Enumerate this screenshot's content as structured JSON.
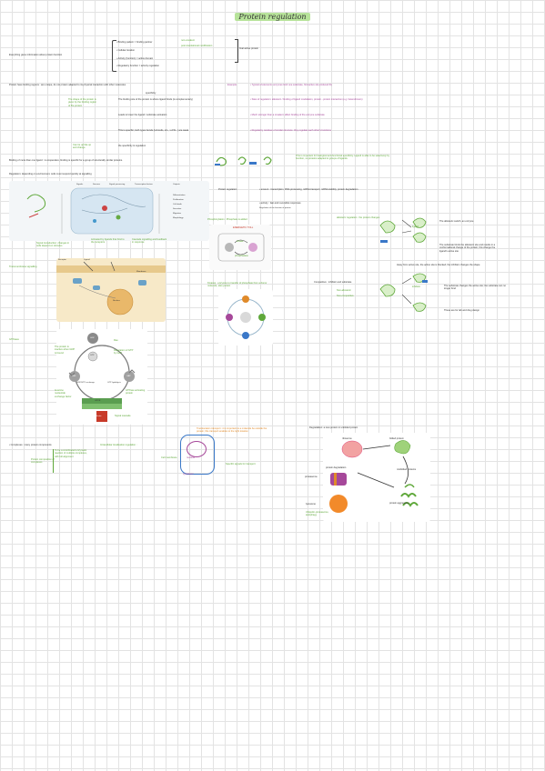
{
  "title": "Protein regulation",
  "colors": {
    "green": "#5fa83a",
    "purple": "#a6489a",
    "orange": "#e08a2a",
    "blue": "#3a78c8",
    "grid": "#e3e3e3"
  },
  "intro": {
    "lead": "Everything gives information about protein function",
    "items": [
      "• Binding pattern = binding partner",
      "• Cellular location",
      "• Activity (function) = active domain",
      "• Regulatory function = activity regulation"
    ],
    "branch_a": "non-covalent",
    "branch_b": "post-translational modification",
    "result": "final active protein"
  },
  "folding": {
    "lead": "Protein have binding regions : are unique, do not protein adapted to its physical interaction with other molecules",
    "specificity": "specificity",
    "note_left": "The shape of the protein is given by the binding region of the protein",
    "row1": "The binding site of the protein is where ligand binds (is complementary)",
    "row2": "Leads to lower the ligand / substrate activation",
    "row3": "This is specific, both types bonds (H-bonds, ion., v.d.W...) are weak",
    "row4_lead": "Can tie up like up and change",
    "row4": "the specificity & regulation",
    "example_label": "Example",
    "examples": [
      "• Typical of elements: enzymes bind one substrate, find active site (induced fit)",
      "• Sites of regulation: allosteric / binding of ligand modulation, protein - protein interaction (e.g. heterodimers)",
      "• Much stronger than a covalent; affect binding of the enzyme substrate",
      "• Regulatory residues of similar structure: they regulate each other's functions"
    ]
  },
  "binding": {
    "lead": "Binding of more than one ligand : is cooperative, binding is specific for a group of structurally similar proteins.",
    "note": "This is important for biological and functional specificity. Ligand is able to be selectively by function, so proteins adapted to groups of ligands."
  },
  "regulation": {
    "lead": "Regulation: depending on environment, cells must respond quickly at signalling",
    "diagram_labels": [
      "Signals",
      "Sensors",
      "Signal processing",
      "Transcription factors",
      "Outputs"
    ],
    "outputs": [
      "Differentiation",
      "Proliferation",
      "Cell death",
      "Secretion",
      "Migration",
      "Morphology"
    ],
    "caption_left": "Signal transduction: changes in cells depend on stimulus",
    "caption_mid": "Activated by ligands that bind to the receptors",
    "caption_right": "Cascade signalling and feedback in response"
  },
  "protein_regulation": {
    "lead": "Protein regulation",
    "levels": "• amount : transcription, RNA processing, mRNA transport, mRNA stability, protein degradation",
    "activity": "• activity : fast and reversible responses",
    "activity_sub": "Regulation of the function of protein",
    "phosphorylation": "Phosphorylation : Phosphate is added",
    "energetic": "ENERGETIC TOLL",
    "kinase": "kinase",
    "phosphatase": "phosphatase",
    "cycle_note": "Kinases : enzymes to transfer of phosphate from a donor molecule, also protein",
    "allosteric": "allosteric regulation : the protein changes",
    "nonallosteric": "Non-allosteric",
    "ligand": "ligand",
    "inhibitor": "inhibitor",
    "notes": [
      "The allosteric switch, an enzyme",
      "The substrate binds the allosteric site and results in a conformational change of the protein; this change the ligand's active site",
      "Away from active site, the active site is blocked; the inhibitor changes the shape",
      "The substrate changes the active site; the substrate can no longer bind",
      "These are for lab and drug design"
    ],
    "competitive": "Competitive : inhibitor and substrate",
    "noncompetitive": "Non-competitive"
  },
  "membrane": {
    "lead": "Transmembrane signalling",
    "labels": [
      "Receptor",
      "Ligand",
      "Membrane",
      "Nucleus"
    ]
  },
  "gprotein": {
    "lead": "GTPases",
    "labels": [
      "GDP",
      "GTP",
      "GEF",
      "GAP",
      "GDP/GTP exchange",
      "GTP hydrolysis",
      "GPCR",
      "Effector"
    ],
    "note_left": "The protein is inactive when GDP is bound",
    "note_right": "Regulation of GTP by GAP",
    "note_bottom_left": "Guanine nucleotide exchange factor",
    "note_bottom_right": "GTPase activating protein",
    "inactive": "inactive",
    "active": "active",
    "ras": "Ras",
    "effector_note": "Signal cascade"
  },
  "complex": {
    "lead": "• Complexes : many protein components",
    "note": "To be a coordinated enzymatic reaction of multiple complexes, with full alignment",
    "sub": "Protein composition of complexes"
  },
  "intracellular": {
    "lead": "Intracellular localisation regulation :",
    "orange_note": "Translocation transport : it is important to a molecule be outside the protein; this transport enables to the right location",
    "note_left": "Cell membrane",
    "nucleus": "nucleus",
    "cytoplasm": "cytoplasm",
    "note_right": "Specific signals for transport"
  },
  "degradation": {
    "lead": "Degradation: a new protein in unfolded protein",
    "labels": [
      "ribosome",
      "folded protein",
      "misfolded proteins",
      "protein degradation",
      "proteasome",
      "lysosome",
      "protein aggregates"
    ],
    "note": "Ubiquitin-proteasome, autophagy"
  }
}
